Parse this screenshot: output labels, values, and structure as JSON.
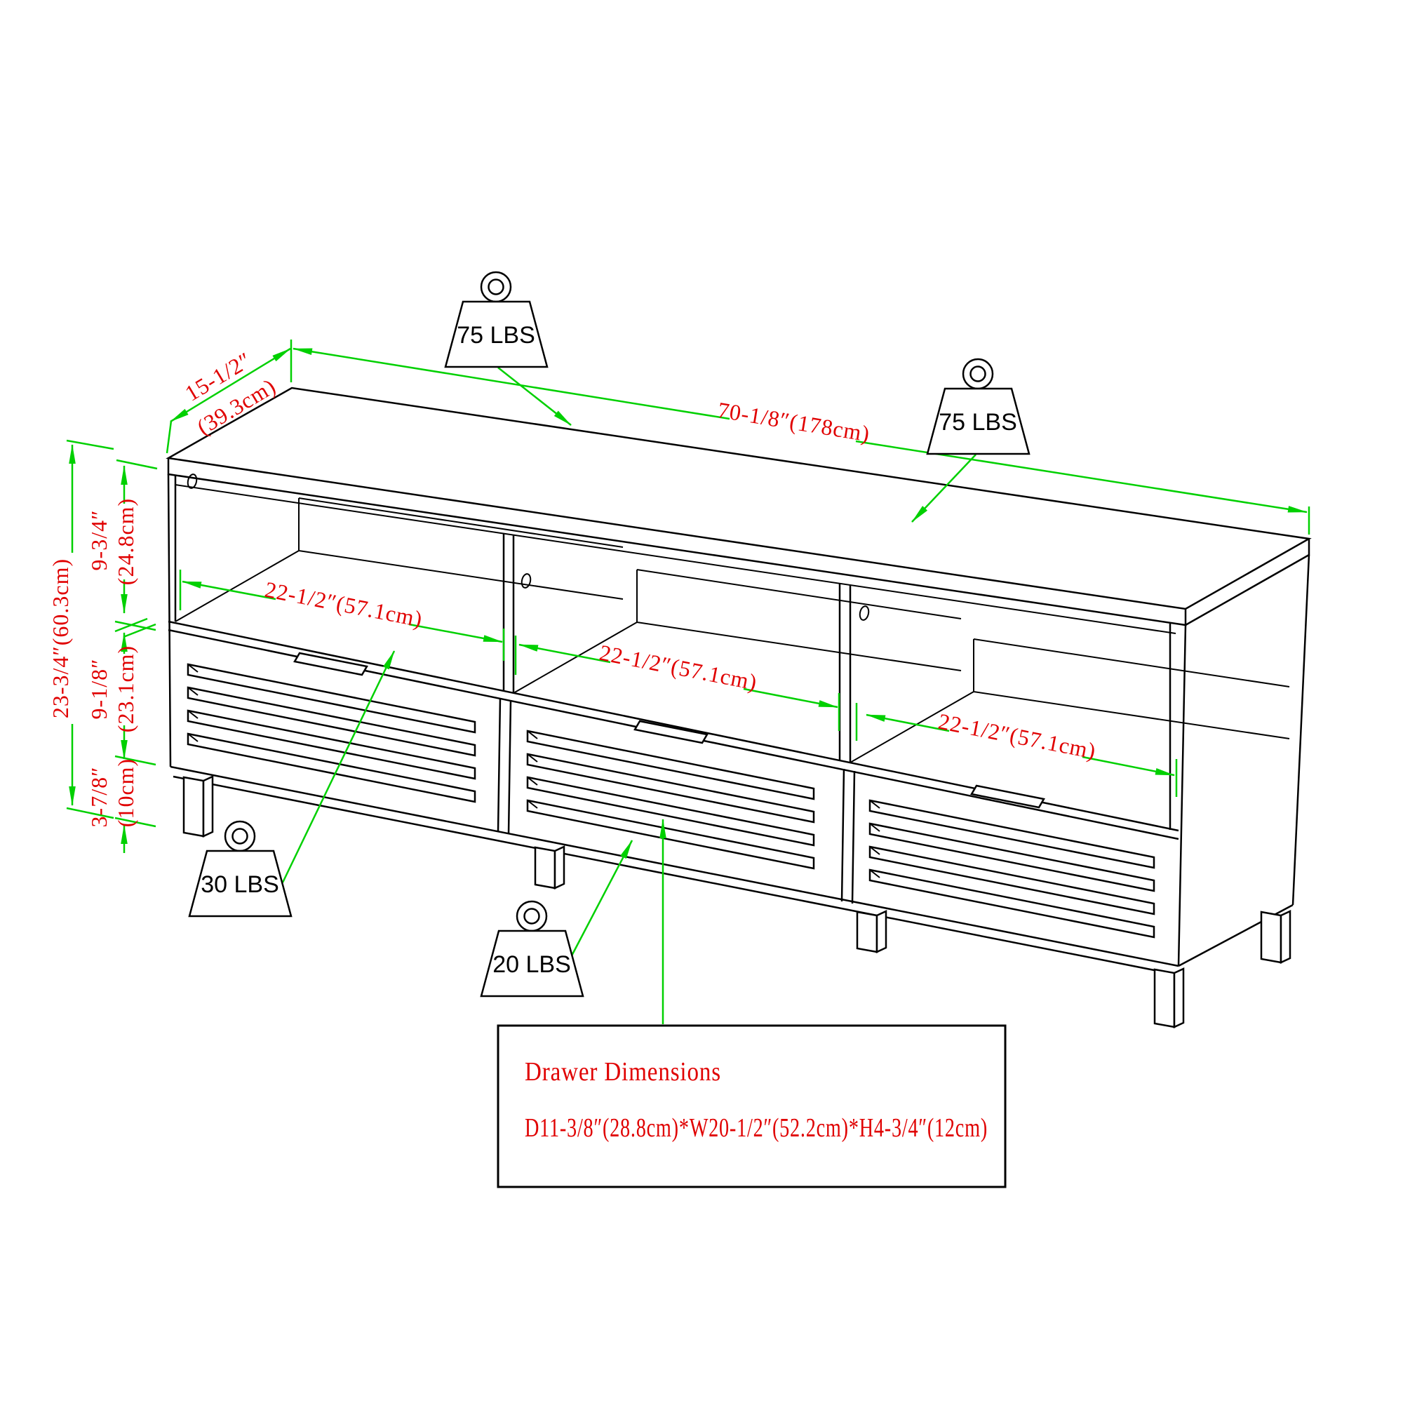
{
  "weights": {
    "top_center": {
      "label": "75 LBS"
    },
    "top_right": {
      "label": "75 LBS"
    },
    "bottom_left": {
      "label": "30 LBS"
    },
    "bottom_center": {
      "label": "20 LBS"
    }
  },
  "dimensions": {
    "depth": {
      "inches": "15-1/2″",
      "cm": "(39.3cm)"
    },
    "width": {
      "label": "70-1/8″(178cm)"
    },
    "total_height": {
      "label": "23-3/4″(60.3cm)"
    },
    "cubby_height": {
      "inches": "9-3/4″",
      "cm": "(24.8cm)"
    },
    "drawer_height": {
      "inches": "9-1/8″",
      "cm": "(23.1cm)"
    },
    "leg_height": {
      "inches": "3-7/8″",
      "cm": "(10cm)"
    },
    "cubby_width_1": {
      "label": "22-1/2″(57.1cm)"
    },
    "cubby_width_2": {
      "label": "22-1/2″(57.1cm)"
    },
    "cubby_width_3": {
      "label": "22-1/2″(57.1cm)"
    }
  },
  "note_box": {
    "title": "Drawer Dimensions",
    "specs": "D11-3/8″(28.8cm)*W20-1/2″(52.2cm)*H4-3/4″(12cm)"
  },
  "colors": {
    "dimension_line": "#00d000",
    "dimension_text": "#e00000",
    "outline": "#000000",
    "background": "#ffffff"
  }
}
